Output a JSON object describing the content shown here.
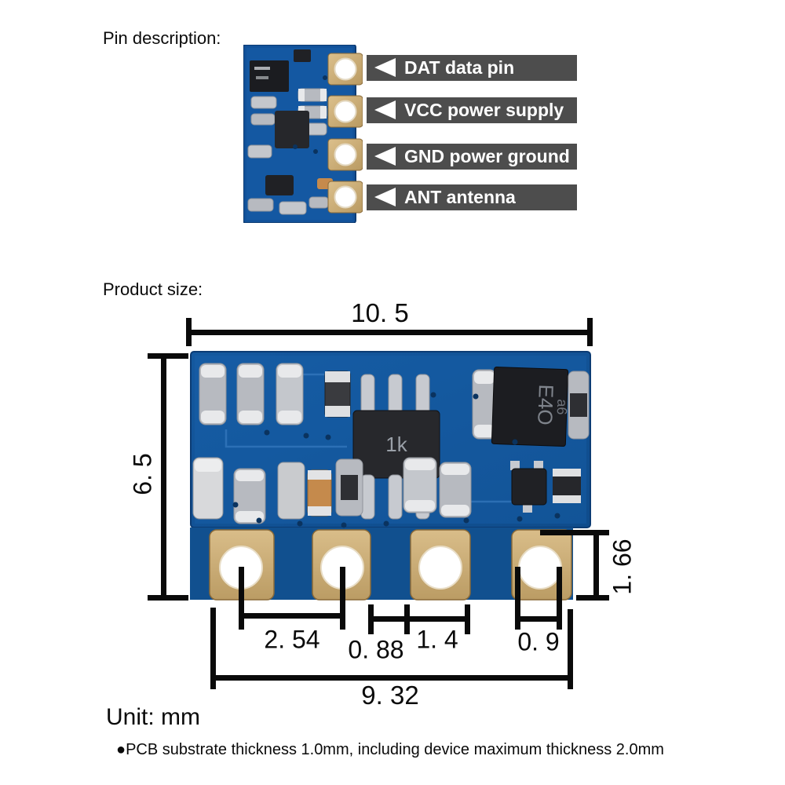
{
  "pin_section": {
    "heading": "Pin description:",
    "pins": [
      {
        "label": "DAT data pin"
      },
      {
        "label": "VCC power supply"
      },
      {
        "label": "GND power ground"
      },
      {
        "label": "ANT antenna"
      }
    ]
  },
  "size_section": {
    "heading": "Product size:",
    "dimensions": {
      "board_width": "10. 5",
      "board_height": "6. 5",
      "pad_height": "1. 66",
      "pin_pitch": "2. 54",
      "pad_gap": "0. 88",
      "pad_width": "1. 4",
      "hole_diameter": "0. 9",
      "pad_row_span": "9. 32"
    },
    "chip_markings": {
      "center_ic": "1k",
      "corner_chip_line1": "E4O",
      "corner_chip_line2": "a6"
    }
  },
  "footer": {
    "unit": "Unit: mm",
    "note": "●PCB substrate thickness 1.0mm, including device maximum thickness 2.0mm"
  },
  "colors": {
    "pcb_blue": "#12529a",
    "pad_gold": "#c9a772",
    "label_bar_gray": "#4d4d4d",
    "annotation_black": "#0a0a0a"
  }
}
